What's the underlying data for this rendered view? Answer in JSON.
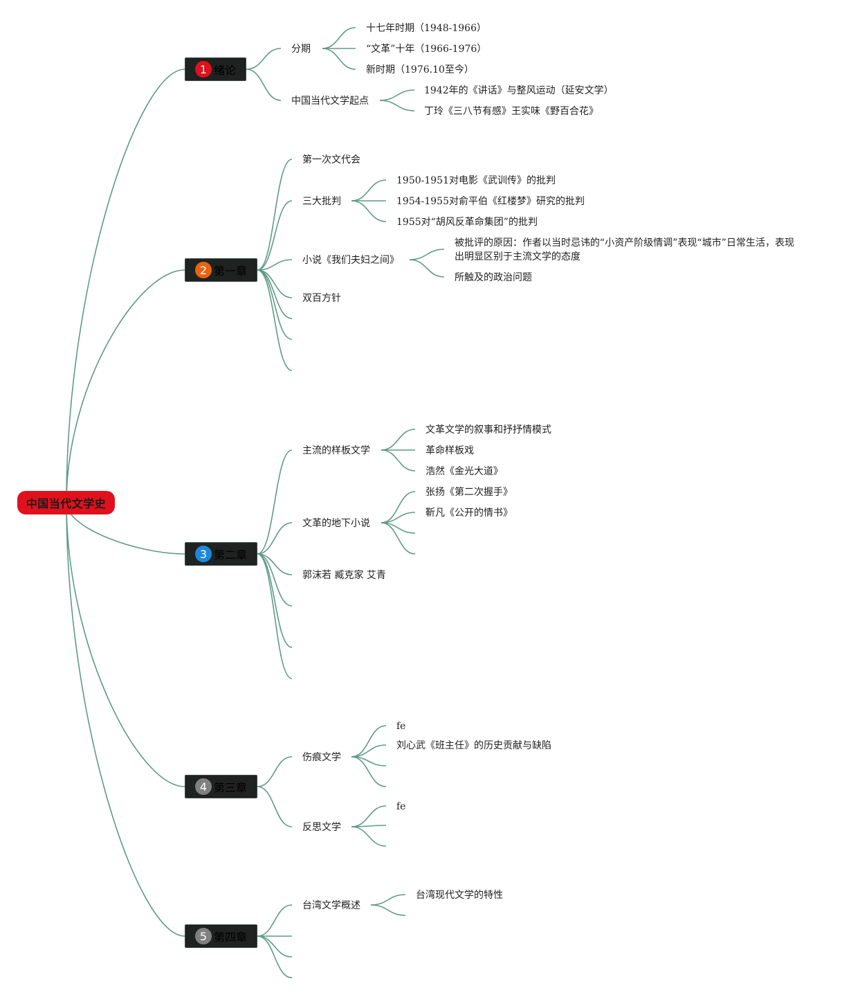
{
  "root": {
    "title": "中国当代文学史",
    "color": "#e0111d"
  },
  "link_color": "#5f9a86",
  "chapters": [
    {
      "num": "1",
      "title": "绪论",
      "badge_color": "#e0111d"
    },
    {
      "num": "2",
      "title": "第一章",
      "badge_color": "#e8640f"
    },
    {
      "num": "3",
      "title": "第二章",
      "badge_color": "#1e88d8"
    },
    {
      "num": "4",
      "title": "第三章",
      "badge_color": "#808080"
    },
    {
      "num": "5",
      "title": "第四章",
      "badge_color": "#808080"
    }
  ],
  "ch1": {
    "fenqi": {
      "label": "分期",
      "items": [
        "十七年时期（1948-1966）",
        "“文革”十年（1966-1976）",
        "新时期（1976.10至今）"
      ]
    },
    "qidian": {
      "label": "中国当代文学起点",
      "items": [
        "1942年的《讲话》与整风运动（延安文学）",
        "丁玲《三八节有感》王实味《野百合花》"
      ]
    }
  },
  "ch2": {
    "wendaihui": "第一次文代会",
    "sanda": {
      "label": "三大批判",
      "items": [
        "1950-1951对电影《武训传》的批判",
        "1954-1955对俞平伯《红楼梦》研究的批判",
        "1955对“胡风反革命集团”的批判"
      ]
    },
    "xiaoshuo": {
      "label": "小说《我们夫妇之间》",
      "items": [
        "被批评的原因：作者以当时忌讳的“小资产阶级情调”表现“城市”日常生活，表现出明显区别于主流文学的态度",
        "所触及的政治问题"
      ]
    },
    "shuangbai": "双百方针"
  },
  "ch3": {
    "yangban": {
      "label": "主流的样板文学",
      "items": [
        "文革文学的叙事和抒抒情模式",
        "革命样板戏",
        "浩然《金光大道》"
      ]
    },
    "dixia": {
      "label": "文革的地下小说",
      "items": [
        "张扬《第二次握手》",
        "靳凡《公开的情书》"
      ]
    },
    "guo": "郭沫若 臧克家 艾青"
  },
  "ch4": {
    "shanghen": {
      "label": "伤痕文学",
      "items": [
        "fe",
        "刘心武《班主任》的历史贡献与缺陷"
      ]
    },
    "fansi": {
      "label": "反思文学",
      "items": [
        "fe"
      ]
    }
  },
  "ch5": {
    "taiwan": {
      "label": "台湾文学概述",
      "items": [
        "台湾现代文学的特性"
      ]
    }
  }
}
